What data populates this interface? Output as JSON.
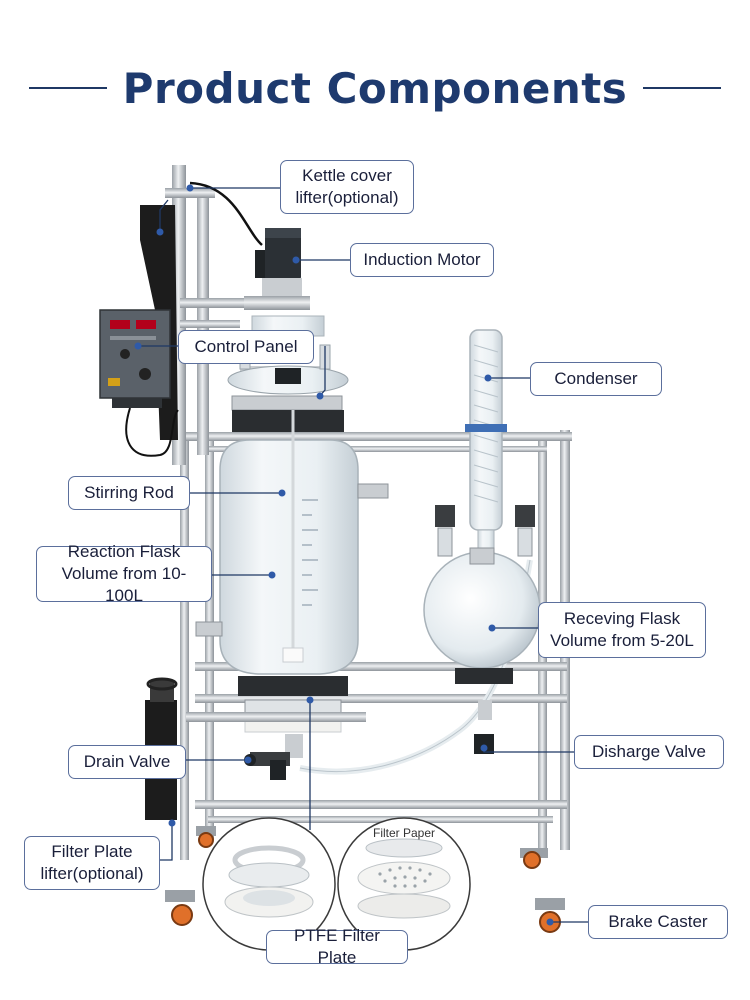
{
  "title": "Product Components",
  "labels": {
    "kettle_cover_lifter": "Kettle cover lifter(optional)",
    "induction_motor": "Induction Motor",
    "control_panel": "Control Panel",
    "condenser": "Condenser",
    "stirring_rod": "Stirring Rod",
    "reaction_flask": "Reaction Flask Volume from 10-100L",
    "receiving_flask": "Receving Flask Volume from 5-20L",
    "drain_valve": "Drain Valve",
    "discharge_valve": "Disharge Valve",
    "filter_plate_lifter": "Filter Plate lifter(optional)",
    "brake_caster": "Brake Caster",
    "ptfe_filter_plate": "PTFE Filter Plate",
    "filter_paper": "Filter Paper"
  },
  "colors": {
    "title": "#1e3a6e",
    "callout_border": "#5b6f9c",
    "frame_steel": "#c4c8cc",
    "glass": "#e8eef2",
    "ptfe": "#f2f2f0",
    "caster_wheel": "#e0702a"
  }
}
